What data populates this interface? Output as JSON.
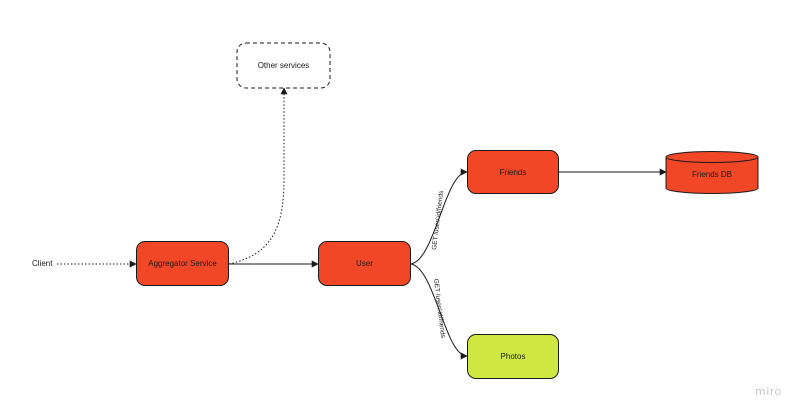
{
  "colors": {
    "primary_fill": "#f24726",
    "accent_fill": "#cee741",
    "stroke": "#1a1a1a",
    "watermark": "#c6c6c6"
  },
  "nodes": {
    "client": "Client",
    "aggregator": "Aggregator Service",
    "other_services": "Other services",
    "user": "User",
    "friends": "Friends",
    "friends_db": "Friends DB",
    "photos": "Photos"
  },
  "edges": {
    "user_to_friends": "GET /user/:id/friends",
    "user_to_photos": "GET /user/:id/friends"
  },
  "watermark": "miro"
}
